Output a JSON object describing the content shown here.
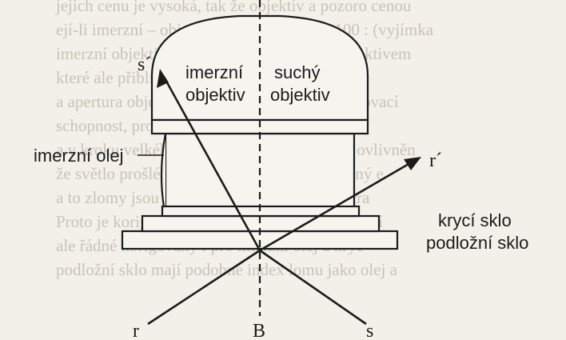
{
  "labels": {
    "ray_reflected": "s´",
    "immersion_objective": [
      "imerzní",
      "objektiv"
    ],
    "dry_objective": [
      "suchý",
      "objektiv"
    ],
    "immersion_oil": "imerzní olej",
    "ray_refracted": "r´",
    "cover_glass": "krycí sklo",
    "slide": "podložní sklo",
    "ray_incident_r": "r",
    "axis": "B",
    "ray_incident_s": "s"
  },
  "background_text": [
    "jejich cenu je vysoká, tak že objektiv a pozoro cenou",
    "ejí-li imerzní – objektiv = objektiv 100/0,100 : (vyjímka",
    "imerzní objektiv byl chráněn pro imerzní objektivem",
    "které ale přiblíží se ke kryte, tak jako pro",
    "a apertura objektivu a tvoří světelnost a rozlišovací",
    "schopnost, proto je výhodnější právě pro olej",
    "a v kroku velkého šikmého paprsku, čímž je ovlivněn",
    "že světlo prošlé objektivem ke kterým ukázaný e",
    "a to zlomy jsou tedy zorné pole jasné a spektra",
    "Proto je korigován pro určitou tloušťku podložní",
    "ale řádné korigovány i pro imerzní olej a kryc",
    "podložní sklo mají podobné index lomu jako olej a"
  ]
}
